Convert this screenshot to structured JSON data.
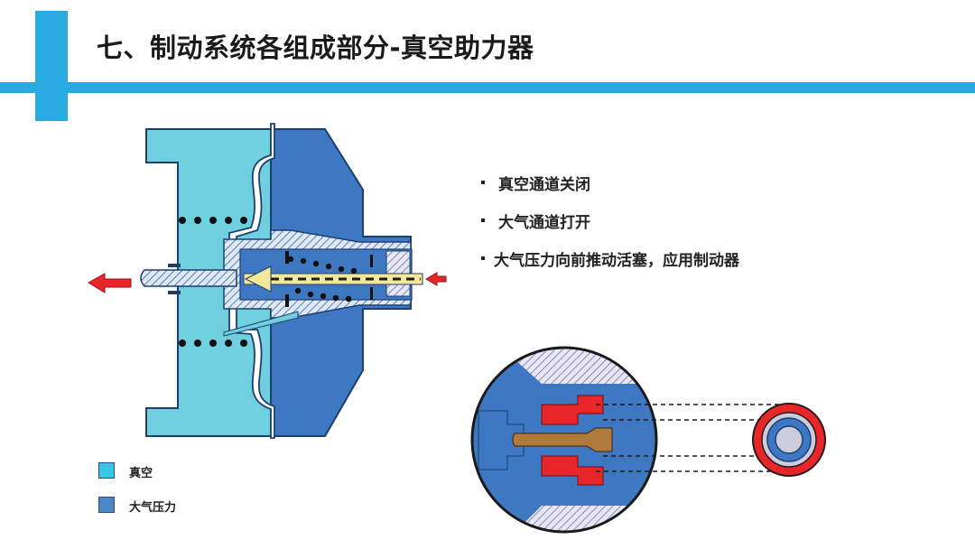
{
  "slide": {
    "title": "七、制动系统各组成部分-真空助力器"
  },
  "bullets": [
    {
      "text": "真空通道关闭"
    },
    {
      "text": "大气通道打开"
    },
    {
      "text": "大气压力向前推动活塞，应用制动器"
    }
  ],
  "legend": [
    {
      "label": "真空",
      "color": "#3cc3e6"
    },
    {
      "label": "大气压力",
      "color": "#4a86c8"
    }
  ],
  "colors": {
    "accent": "#29abe2",
    "vacuum": "#6fcfdf",
    "atmosphere": "#3f78c2",
    "seal": "#e8262a",
    "rod": "#b07a3c",
    "arrow": "#e8262a"
  }
}
